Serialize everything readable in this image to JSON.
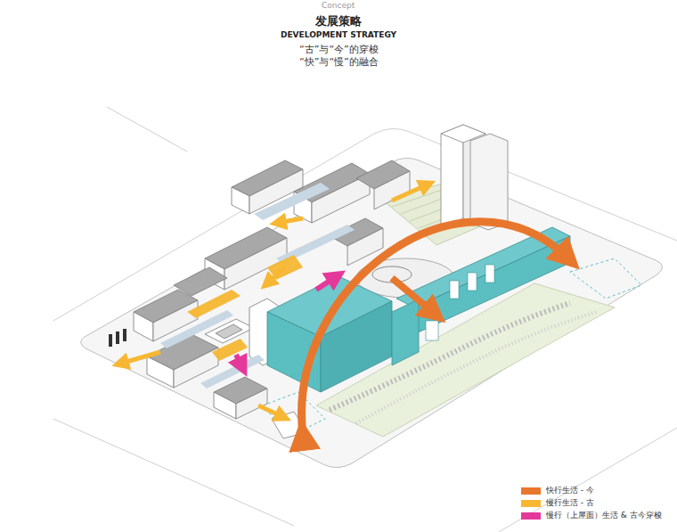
{
  "diagram": {
    "title": "发展策略",
    "labels": [
      "Concept",
      "DEVELOPMENT STRATEGY",
      "“古”与“今”的穿梭",
      "“快”与“慢”的融合"
    ],
    "legend": [
      {
        "text": "快行生活 - 今",
        "color": "#e8772e"
      },
      {
        "text": "慢行生活 - 古",
        "color": "#f7b733"
      },
      {
        "text": "慢行（上屋面）生活 & 古今穿梭",
        "color": "#e4399a"
      }
    ]
  }
}
